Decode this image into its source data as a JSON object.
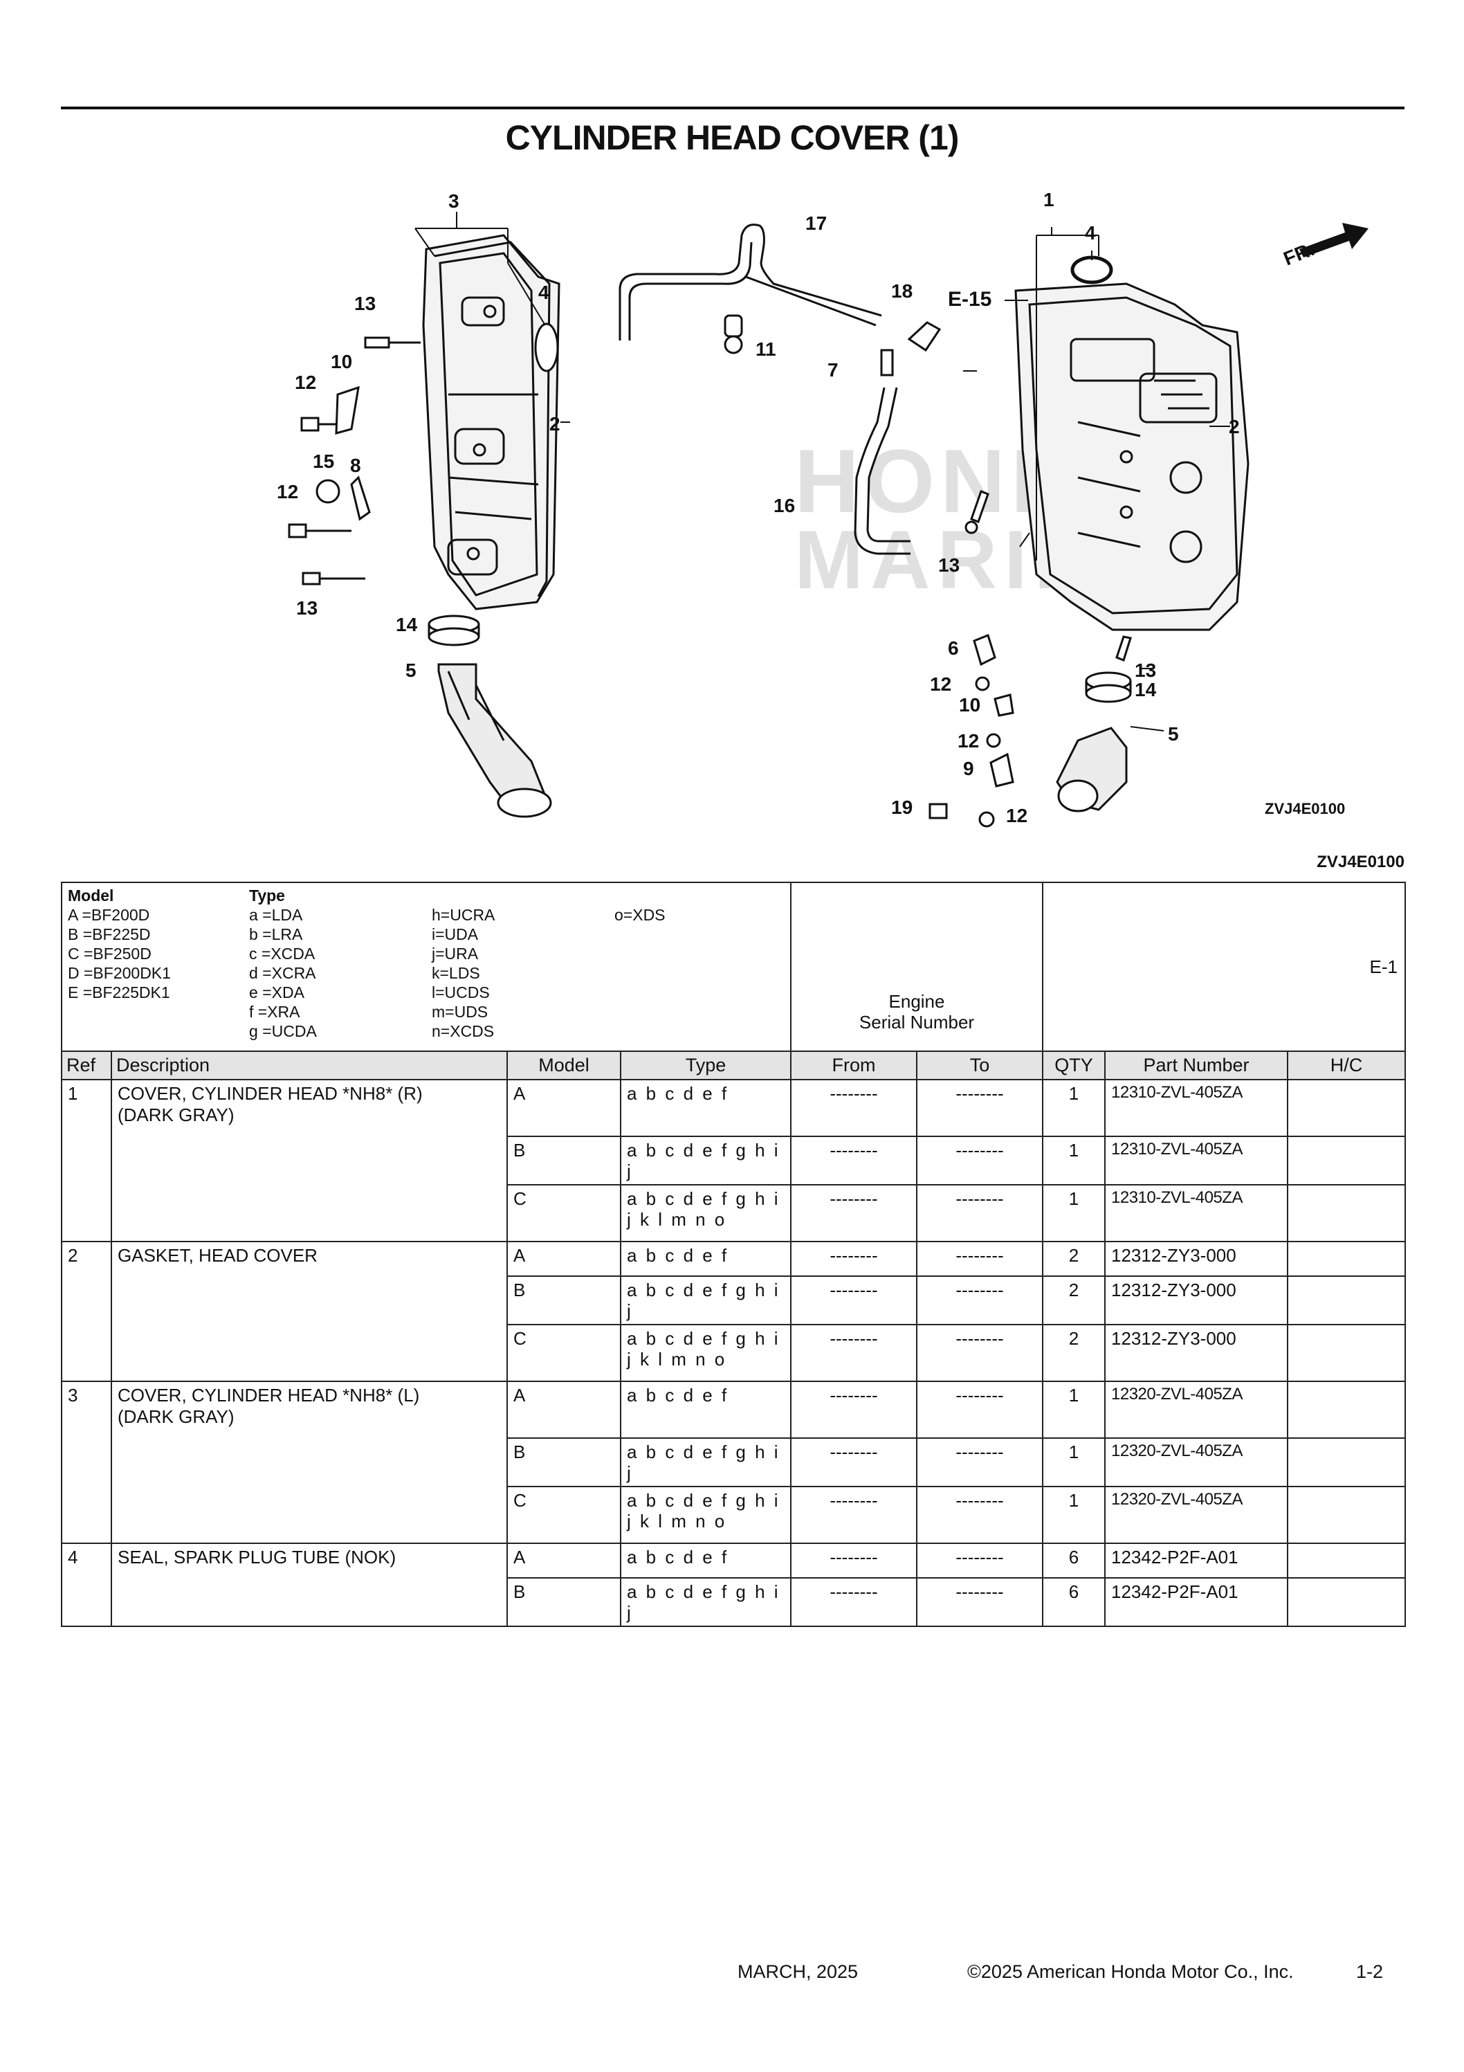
{
  "title": "CYLINDER HEAD COVER (1)",
  "diagram": {
    "callouts": [
      "1",
      "2",
      "3",
      "4",
      "5",
      "6",
      "7",
      "8",
      "9",
      "10",
      "11",
      "12",
      "13",
      "14",
      "15",
      "16",
      "17",
      "18",
      "19"
    ],
    "section_ref": "E-15",
    "direction_label": "FR.",
    "watermark": "HONDA MARINE",
    "fig_code_inside": "ZVJ4E0100"
  },
  "fig_code_below": "ZVJ4E0100",
  "legend": {
    "model_header": "Model",
    "models": [
      "A =BF200D",
      "B =BF225D",
      "C =BF250D",
      "D =BF200DK1",
      "E =BF225DK1"
    ],
    "type_header": "Type",
    "types_col1": [
      "a =LDA",
      "b =LRA",
      "c =XCDA",
      "d =XCRA",
      "e =XDA",
      "f =XRA",
      "g =UCDA"
    ],
    "types_col2": [
      "h=UCRA",
      "i=UDA",
      "j=URA",
      "k=LDS",
      "l=UCDS",
      "m=UDS",
      "n=XCDS"
    ],
    "types_col3": [
      "o=XDS"
    ]
  },
  "serial_header_1": "Engine",
  "serial_header_2": "Serial Number",
  "figure_ref": "E-1",
  "columns": {
    "ref": "Ref",
    "description": "Description",
    "model": "Model",
    "type": "Type",
    "from": "From",
    "to": "To",
    "qty": "QTY",
    "part_number": "Part Number",
    "hc": "H/C"
  },
  "parts": [
    {
      "ref": "1",
      "description_1": "COVER, CYLINDER HEAD *NH8* (R)",
      "description_2": "(DARK GRAY)",
      "rows": [
        {
          "model": "A",
          "type": "a b c d e f",
          "from": "--------",
          "to": "--------",
          "qty": "1",
          "part_number": "12310-ZVL-405ZA"
        },
        {
          "model": "B",
          "type": "a b c d e f g h i j",
          "from": "--------",
          "to": "--------",
          "qty": "1",
          "part_number": "12310-ZVL-405ZA"
        },
        {
          "model": "C",
          "type": "a b c d e f g h i j k l m n o",
          "from": "--------",
          "to": "--------",
          "qty": "1",
          "part_number": "12310-ZVL-405ZA"
        }
      ]
    },
    {
      "ref": "2",
      "description_1": "GASKET, HEAD COVER",
      "description_2": "",
      "rows": [
        {
          "model": "A",
          "type": "a b c d e f",
          "from": "--------",
          "to": "--------",
          "qty": "2",
          "part_number": "12312-ZY3-000"
        },
        {
          "model": "B",
          "type": "a b c d e f g h i j",
          "from": "--------",
          "to": "--------",
          "qty": "2",
          "part_number": "12312-ZY3-000"
        },
        {
          "model": "C",
          "type": "a b c d e f g h i j k l m n o",
          "from": "--------",
          "to": "--------",
          "qty": "2",
          "part_number": "12312-ZY3-000"
        }
      ]
    },
    {
      "ref": "3",
      "description_1": "COVER, CYLINDER HEAD *NH8* (L)",
      "description_2": "(DARK GRAY)",
      "rows": [
        {
          "model": "A",
          "type": "a b c d e f",
          "from": "--------",
          "to": "--------",
          "qty": "1",
          "part_number": "12320-ZVL-405ZA"
        },
        {
          "model": "B",
          "type": "a b c d e f g h i j",
          "from": "--------",
          "to": "--------",
          "qty": "1",
          "part_number": "12320-ZVL-405ZA"
        },
        {
          "model": "C",
          "type": "a b c d e f g h i j k l m n o",
          "from": "--------",
          "to": "--------",
          "qty": "1",
          "part_number": "12320-ZVL-405ZA"
        }
      ]
    },
    {
      "ref": "4",
      "description_1": "SEAL, SPARK PLUG TUBE (NOK)",
      "description_2": "",
      "rows": [
        {
          "model": "A",
          "type": "a b c d e f",
          "from": "--------",
          "to": "--------",
          "qty": "6",
          "part_number": "12342-P2F-A01"
        },
        {
          "model": "B",
          "type": "a b c d e f g h i j",
          "from": "--------",
          "to": "--------",
          "qty": "6",
          "part_number": "12342-P2F-A01"
        }
      ]
    }
  ],
  "footer": {
    "date": "MARCH, 2025",
    "copyright": "©2025 American Honda Motor Co., Inc.",
    "page": "1-2"
  }
}
